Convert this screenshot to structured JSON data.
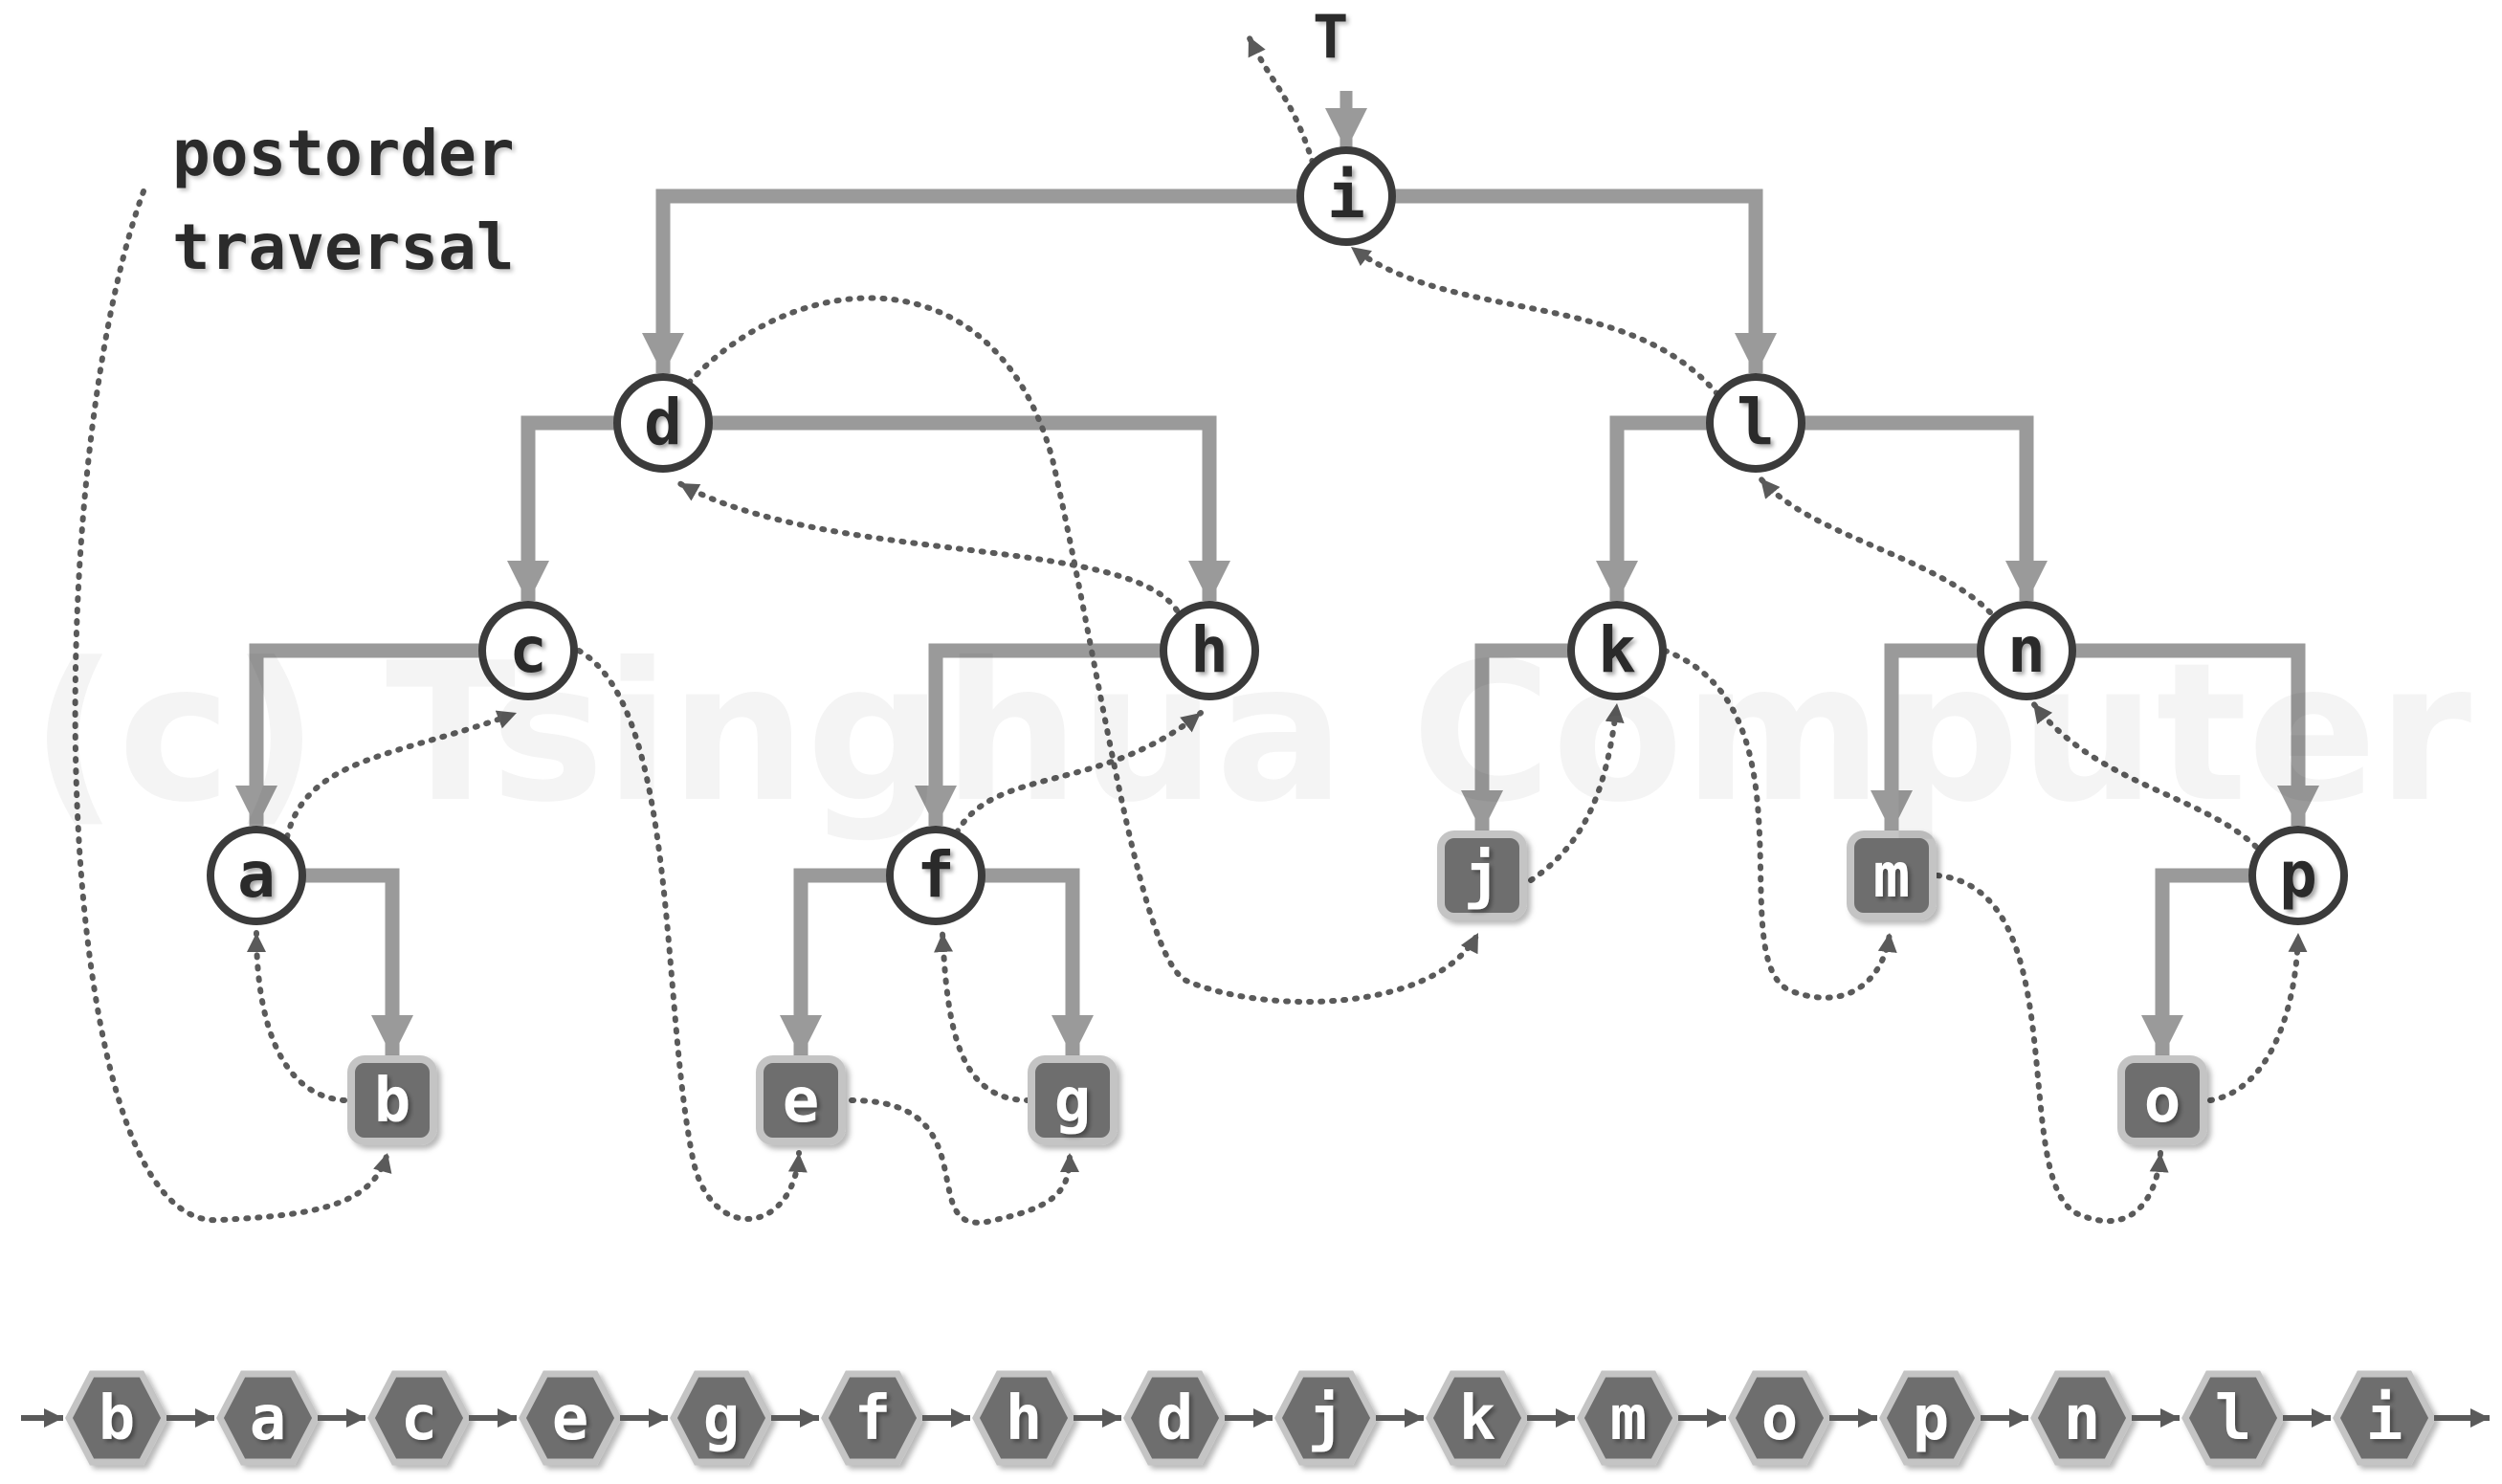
{
  "caption": {
    "line1": "postorder",
    "line2": "traversal"
  },
  "root_pointer_label": "T",
  "watermark": "(c) Tsinghua Computer",
  "colors": {
    "edge": "#9a9a9a",
    "node_fill": "#ffffff",
    "node_stroke": "#3b3b3b",
    "leaf_fill": "#6e6e6e",
    "leaf_border": "#c4c4c4",
    "trace": "#5a5a5a",
    "text_dark": "#2b2b2b",
    "text_light": "#ffffff"
  },
  "tree": {
    "internal_nodes": [
      "i",
      "d",
      "l",
      "c",
      "h",
      "k",
      "n",
      "a",
      "f",
      "p"
    ],
    "leaf_nodes": [
      "b",
      "e",
      "g",
      "j",
      "m",
      "o"
    ],
    "edges": [
      [
        "i",
        "d"
      ],
      [
        "i",
        "l"
      ],
      [
        "d",
        "c"
      ],
      [
        "d",
        "h"
      ],
      [
        "l",
        "k"
      ],
      [
        "l",
        "n"
      ],
      [
        "c",
        "a"
      ],
      [
        "a",
        "b"
      ],
      [
        "h",
        "f"
      ],
      [
        "f",
        "e"
      ],
      [
        "f",
        "g"
      ],
      [
        "k",
        "j"
      ],
      [
        "n",
        "m"
      ],
      [
        "n",
        "p"
      ],
      [
        "p",
        "o"
      ]
    ]
  },
  "sequence": [
    "b",
    "a",
    "c",
    "e",
    "g",
    "f",
    "h",
    "d",
    "j",
    "k",
    "m",
    "o",
    "p",
    "n",
    "l",
    "i"
  ]
}
